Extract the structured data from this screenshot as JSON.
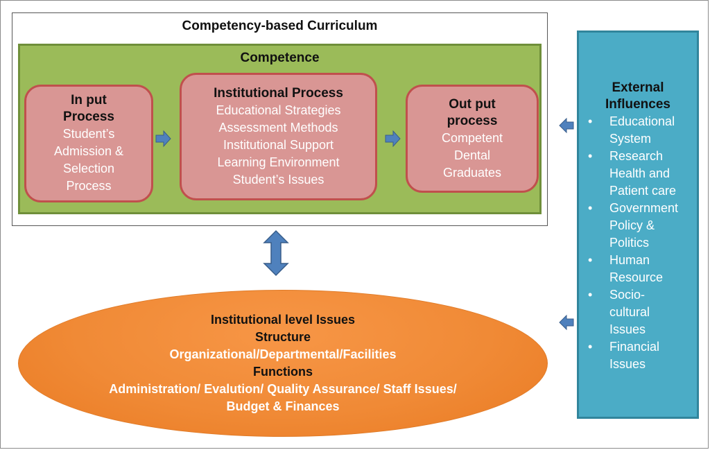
{
  "curriculum": {
    "title": "Competency-based Curriculum"
  },
  "competence": {
    "title": "Competence"
  },
  "input_process": {
    "heading": [
      "In put",
      "Process"
    ],
    "lines": [
      "Student’s",
      "Admission &",
      "Selection",
      "Process"
    ]
  },
  "institutional_process": {
    "heading": "Institutional Process",
    "lines": [
      "Educational Strategies",
      "Assessment Methods",
      "Institutional Support",
      "Learning Environment",
      "Student’s Issues"
    ]
  },
  "output_process": {
    "heading": [
      "Out put",
      "process"
    ],
    "lines": [
      "Competent",
      "Dental",
      "Graduates"
    ]
  },
  "external": {
    "title": [
      "External",
      "Influences"
    ],
    "items": [
      [
        "Educational",
        "System"
      ],
      [
        "Research",
        "Health and",
        "Patient care"
      ],
      [
        "Government",
        "Policy &",
        "Politics"
      ],
      [
        "Human",
        "Resource"
      ],
      [
        "Socio-",
        "cultural",
        "Issues"
      ],
      [
        "Financial",
        "Issues"
      ]
    ]
  },
  "institutional_issues": {
    "title": "Institutional level Issues",
    "structure_label": "Structure",
    "structure_detail": "Organizational/Departmental/Facilities",
    "functions_label": "Functions",
    "functions_detail": [
      "Administration/ Evalution/ Quality Assurance/ Staff Issues/",
      "Budget & Finances"
    ]
  },
  "colors": {
    "competence_fill": "#9bbb59",
    "process_fill": "#d99694",
    "process_border": "#c0504d",
    "external_fill": "#4bacc6",
    "ellipse_fill": "#f79646",
    "arrow_fill": "#4f81bd"
  }
}
